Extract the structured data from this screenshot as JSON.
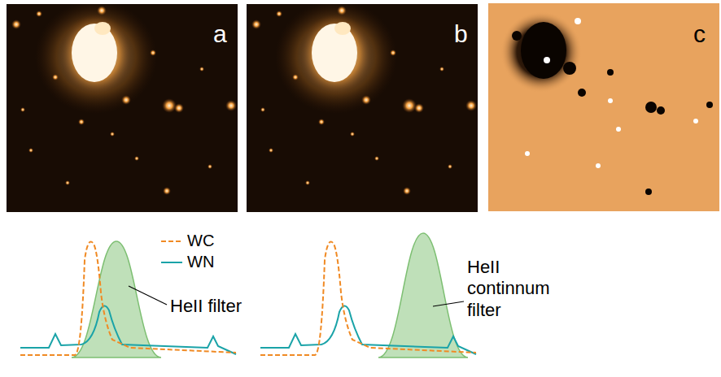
{
  "diagram": {
    "labels": [
      "a",
      "b",
      "c",
      "HeII filter",
      "HeII continnum filter"
    ],
    "legend": [
      {
        "text": "WC"
      },
      {
        "text": "WN"
      }
    ]
  }
}
